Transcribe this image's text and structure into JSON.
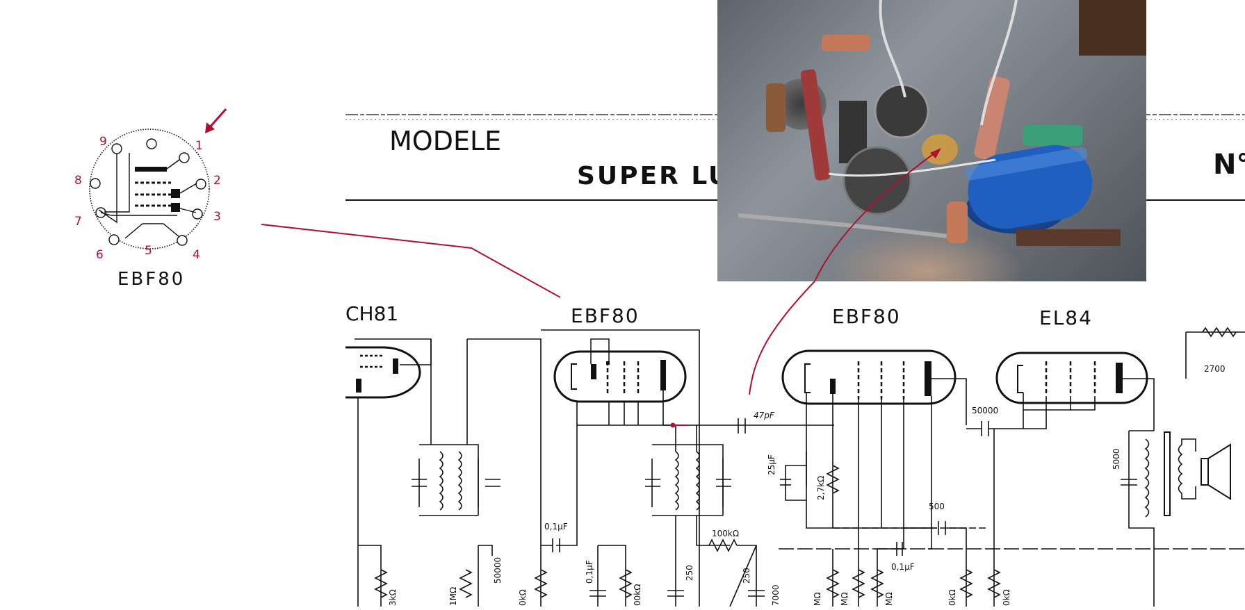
{
  "pinout": {
    "pins": [
      "1",
      "2",
      "3",
      "4",
      "5",
      "6",
      "7",
      "8",
      "9"
    ],
    "tube_name": "EBF80"
  },
  "header": {
    "modele_label": "MODELE",
    "model_name": "SUPER LU",
    "number_fragment": "N°"
  },
  "tubes": {
    "left": "CH81",
    "ebf80_a": "EBF80",
    "ebf80_b": "EBF80",
    "el84": "EL84"
  },
  "component_values": {
    "cap_47pf": "47pF",
    "cap_50000": "50000",
    "res_2700": "2700",
    "cap_25uf": "25μF",
    "res_2_7k": "2,7kΩ",
    "cap_5000": "5000",
    "cap_01uf_a": "0,1μF",
    "cap_01uf_b": "0,1μF",
    "cap_01uf_c": "0,1μF",
    "res_100k": "100kΩ",
    "cap_500": "500",
    "cap_250_a": "250",
    "cap_250_b": "250",
    "cap_50000_b": "50000",
    "res_3k": "3kΩ",
    "res_1m": "1MΩ",
    "res_0k": "0kΩ",
    "res_00k": "00kΩ",
    "res_7000": "7000",
    "res_m_a": "MΩ",
    "res_m_b": "MΩ",
    "res_m_c": "MΩ",
    "res_0k_b": "0kΩ",
    "res_0k_c": "0kΩ"
  },
  "colors": {
    "annotation": "#b01030",
    "ink": "#111111"
  }
}
